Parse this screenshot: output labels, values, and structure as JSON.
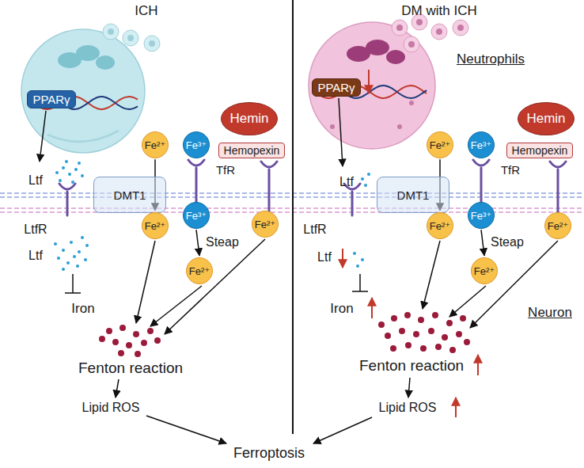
{
  "diagram": {
    "nodes": [
      {
        "text": [
          "PPARγ"
        ]
      },
      {
        "text": [
          "DMT1"
        ]
      },
      {
        "text": [
          "Fe²⁺"
        ]
      },
      {
        "text": [
          "Fe³⁺"
        ]
      },
      {
        "text": [
          "Hemin"
        ]
      },
      {
        "text": [
          "Hemopexin"
        ]
      },
      {
        "text": [
          "Fe²⁺"
        ]
      },
      {
        "text": [
          "Fe³⁺"
        ]
      },
      {
        "text": [
          "Fe²⁺"
        ]
      },
      {
        "text": [
          "Fe²⁺"
        ]
      },
      {
        "text": [
          "PPARγ"
        ]
      },
      {
        "text": [
          "DMT1"
        ]
      },
      {
        "text": [
          "Fe²⁺"
        ]
      },
      {
        "text": [
          "Fe³⁺"
        ]
      },
      {
        "text": [
          "Hemin"
        ]
      },
      {
        "text": [
          "Hemopexin"
        ]
      },
      {
        "text": [
          "Fe²⁺"
        ]
      },
      {
        "text": [
          "Fe³⁺"
        ]
      },
      {
        "text": [
          "Fe²⁺"
        ]
      },
      {
        "text": [
          "Fe²⁺"
        ]
      }
    ],
    "edges": [
      {
        "from": 2,
        "to": 6,
        "arrow": "to"
      },
      {
        "from": 7,
        "to": 8,
        "label": "Steap",
        "arrow": "to"
      },
      {
        "from": 12,
        "to": 16,
        "arrow": "to"
      },
      {
        "from": 17,
        "to": 18,
        "label": "Steap",
        "arrow": "to"
      }
    ],
    "labels": [
      "ICH",
      "DM with ICH",
      "Ltf",
      "LtfR",
      "Ltf",
      "TfR",
      "Iron",
      "Fenton reaction",
      "Lipid ROS",
      "Neutrophils",
      "Ltf",
      "LtfR",
      "Ltf",
      "TfR",
      "Iron",
      "Neuron",
      "Fenton reaction",
      "Lipid ROS",
      "Ferroptosis"
    ]
  }
}
